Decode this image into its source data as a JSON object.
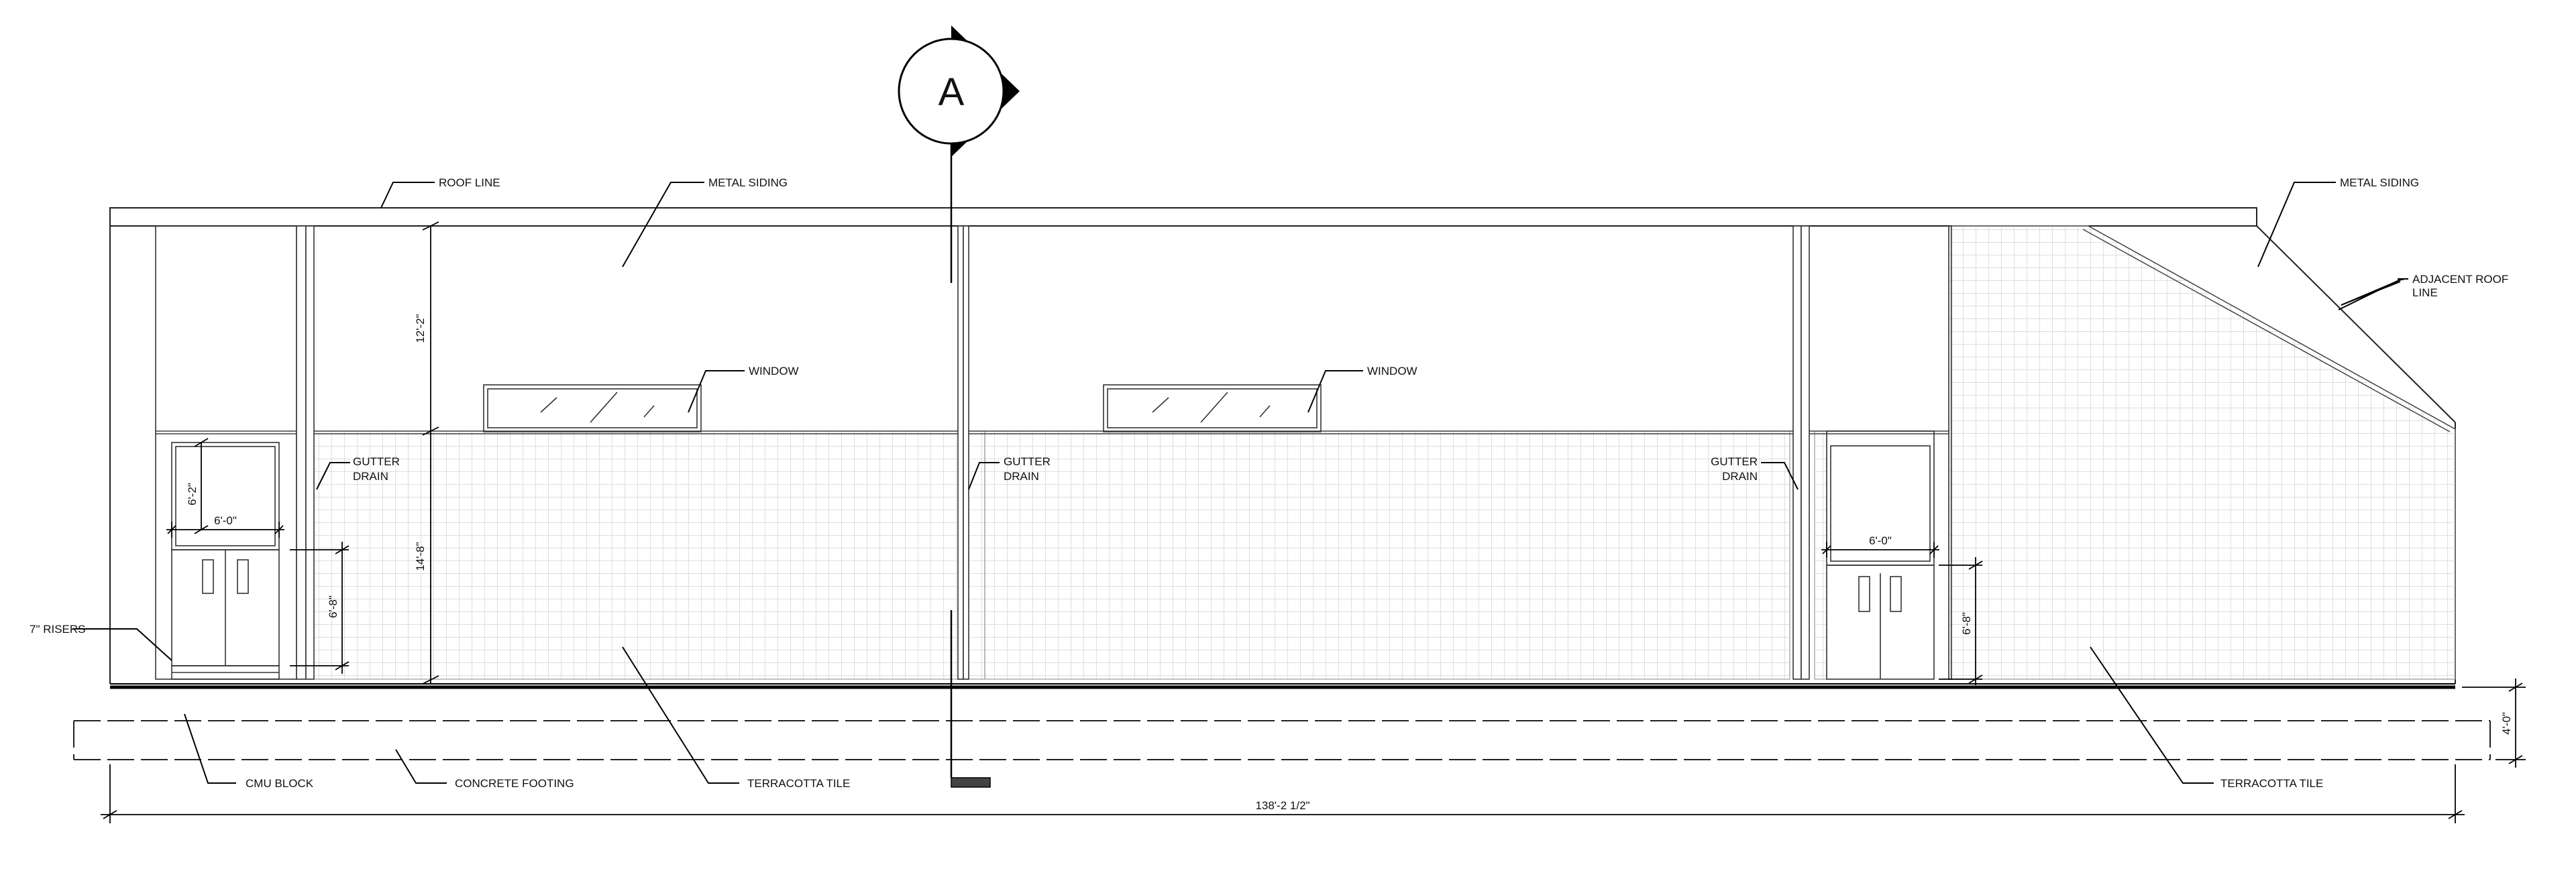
{
  "callouts": {
    "roof_line": "ROOF LINE",
    "metal_siding_left": "METAL SIDING",
    "metal_siding_right": "METAL SIDING",
    "adjacent_roof_line_1": "ADJACENT ROOF",
    "adjacent_roof_line_2": "LINE",
    "window_left": "WINDOW",
    "window_right": "WINDOW",
    "gutter_drain_left_1": "GUTTER",
    "gutter_drain_left_2": "DRAIN",
    "gutter_drain_center_1": "GUTTER",
    "gutter_drain_center_2": "DRAIN",
    "gutter_drain_right_1": "GUTTER",
    "gutter_drain_right_2": "DRAIN",
    "risers": "7\" RISERS",
    "cmu_block": "CMU BLOCK",
    "concrete_footing": "CONCRETE FOOTING",
    "terracotta_tile_left": "TERRACOTTA TILE",
    "terracotta_tile_right": "TERRACOTTA TILE"
  },
  "dimensions": {
    "upper_height": "12'-2\"",
    "lower_height": "14'-8\"",
    "door_left_transom": "6'-2\"",
    "door_left_width": "6'-0\"",
    "door_left_height": "6'-8\"",
    "door_right_width": "6'-0\"",
    "door_right_height": "6'-8\"",
    "footing_depth": "4'-0\"",
    "overall_length": "138'-2 1/2\""
  },
  "section_marker": {
    "letter": "A"
  }
}
